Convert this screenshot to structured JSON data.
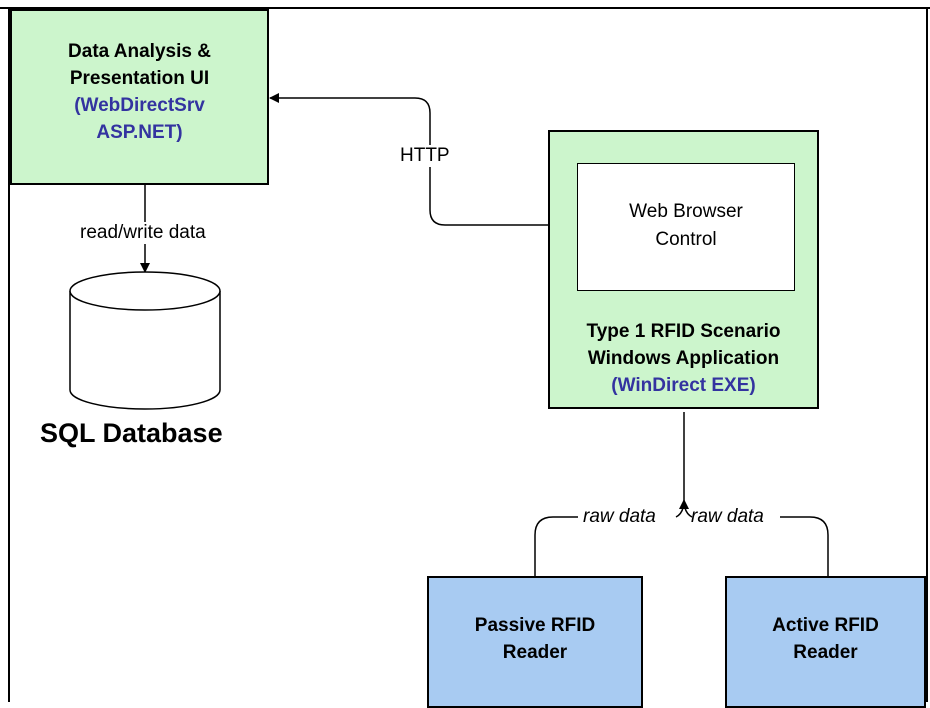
{
  "colors": {
    "green_fill": "#ccf5cc",
    "blue_fill": "#a8cbf2",
    "blue_text": "#3333a0",
    "line": "#000000"
  },
  "nodes": {
    "ui_box": {
      "line1": "Data Analysis &",
      "line2": "Presentation UI",
      "line3": "(WebDirectSrv",
      "line4": "ASP.NET)"
    },
    "database": {
      "caption": "SQL Database",
      "icon": "database-cylinder-icon"
    },
    "windows_app": {
      "inner_line1": "Web Browser",
      "inner_line2": "Control",
      "line1": "Type 1 RFID Scenario",
      "line2": "Windows Application",
      "line3": "(WinDirect EXE)"
    },
    "passive_reader": {
      "line1": "Passive RFID",
      "line2": "Reader"
    },
    "active_reader": {
      "line1": "Active RFID",
      "line2": "Reader"
    }
  },
  "edges": {
    "http": "HTTP",
    "read_write": "read/write data",
    "raw_data_left": "raw data",
    "raw_data_right": "raw data"
  }
}
